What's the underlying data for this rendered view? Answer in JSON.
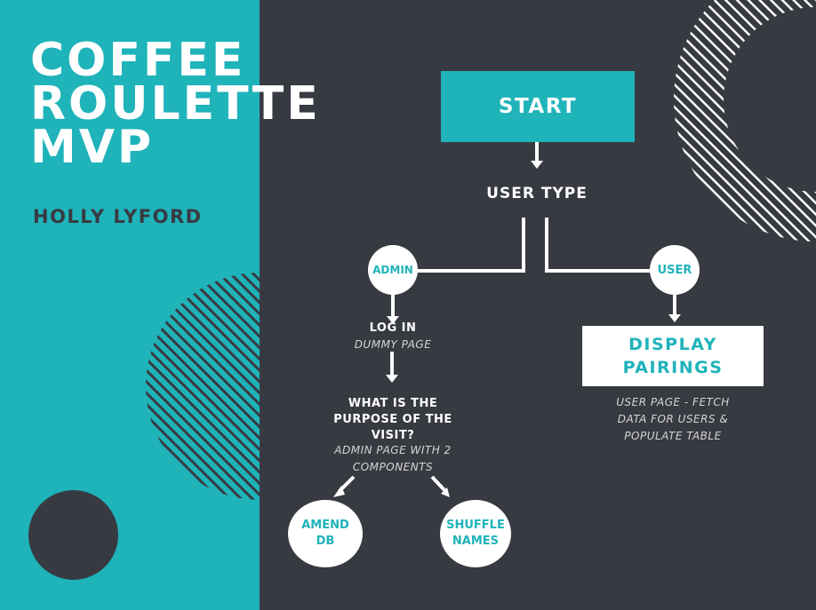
{
  "slide": {
    "title_lines": [
      "COFFEE",
      "ROULETTE",
      "MVP"
    ],
    "author": "HOLLY LYFORD"
  },
  "flowchart": {
    "start": "START",
    "user_type": "USER TYPE",
    "admin_node": "ADMIN",
    "user_node": "USER",
    "login": "LOG IN",
    "login_note": "DUMMY PAGE",
    "purpose_lines": [
      "WHAT IS THE",
      "PURPOSE OF THE",
      "VISIT?"
    ],
    "admin_note_lines": [
      "ADMIN PAGE WITH 2",
      "COMPONENTS"
    ],
    "amend_lines": [
      "AMEND",
      "DB"
    ],
    "shuffle_lines": [
      "SHUFFLE",
      "NAMES"
    ],
    "display_lines": [
      "DISPLAY",
      "PAIRINGS"
    ],
    "user_note_lines": [
      "USER PAGE - FETCH",
      "DATA FOR USERS &",
      "POPULATE TABLE"
    ]
  },
  "colors": {
    "teal": "#1fb3ba",
    "dark": "#383a42",
    "white": "#ffffff"
  }
}
